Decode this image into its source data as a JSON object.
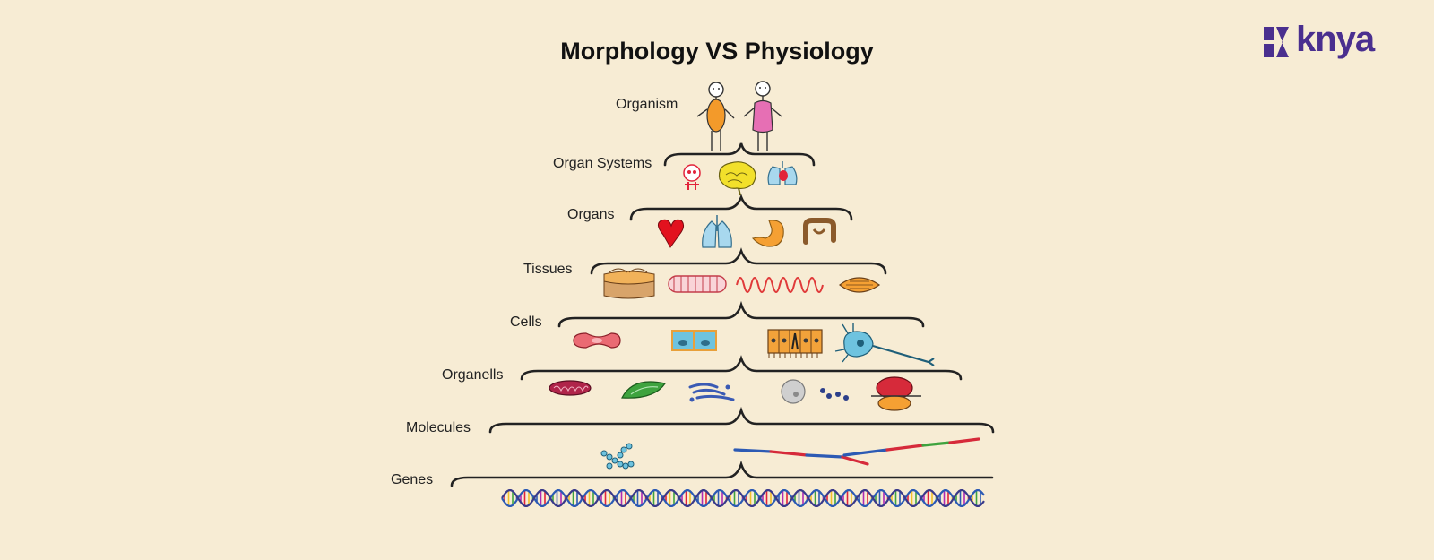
{
  "title": "Morphology VS Physiology",
  "brand": {
    "name": "knya",
    "color": "#4a2f8f"
  },
  "levels": [
    {
      "key": "organism",
      "label": "Organism"
    },
    {
      "key": "organ_systems",
      "label": "Organ Systems"
    },
    {
      "key": "organs",
      "label": "Organs"
    },
    {
      "key": "tissues",
      "label": "Tissues"
    },
    {
      "key": "cells",
      "label": "Cells"
    },
    {
      "key": "organells",
      "label": "Organells"
    },
    {
      "key": "molecules",
      "label": "Molecules"
    },
    {
      "key": "genes",
      "label": "Genes"
    }
  ],
  "icons": {
    "organism": [
      "male-figure-icon",
      "female-figure-icon"
    ],
    "organ_systems": [
      "skeleton-icon",
      "brain-icon",
      "lungs-heart-icon"
    ],
    "organs": [
      "heart-icon",
      "lungs-icon",
      "stomach-icon",
      "intestine-icon"
    ],
    "tissues": [
      "connective-tissue-icon",
      "muscle-fiber-icon",
      "elastic-tissue-icon",
      "smooth-muscle-icon"
    ],
    "cells": [
      "red-blood-cell-icon",
      "epithelial-cells-icon",
      "columnar-cells-icon",
      "neuron-icon"
    ],
    "organells": [
      "mitochondria-icon",
      "chloroplast-icon",
      "golgi-icon",
      "nucleus-icon",
      "ribosome-icon"
    ],
    "molecules": [
      "branched-molecule-icon",
      "protein-chain-icon"
    ],
    "genes": [
      "dna-helix-icon"
    ]
  },
  "colors": {
    "background": "#f7ecd4",
    "brace": "#222222",
    "brand": "#4a2f8f"
  }
}
